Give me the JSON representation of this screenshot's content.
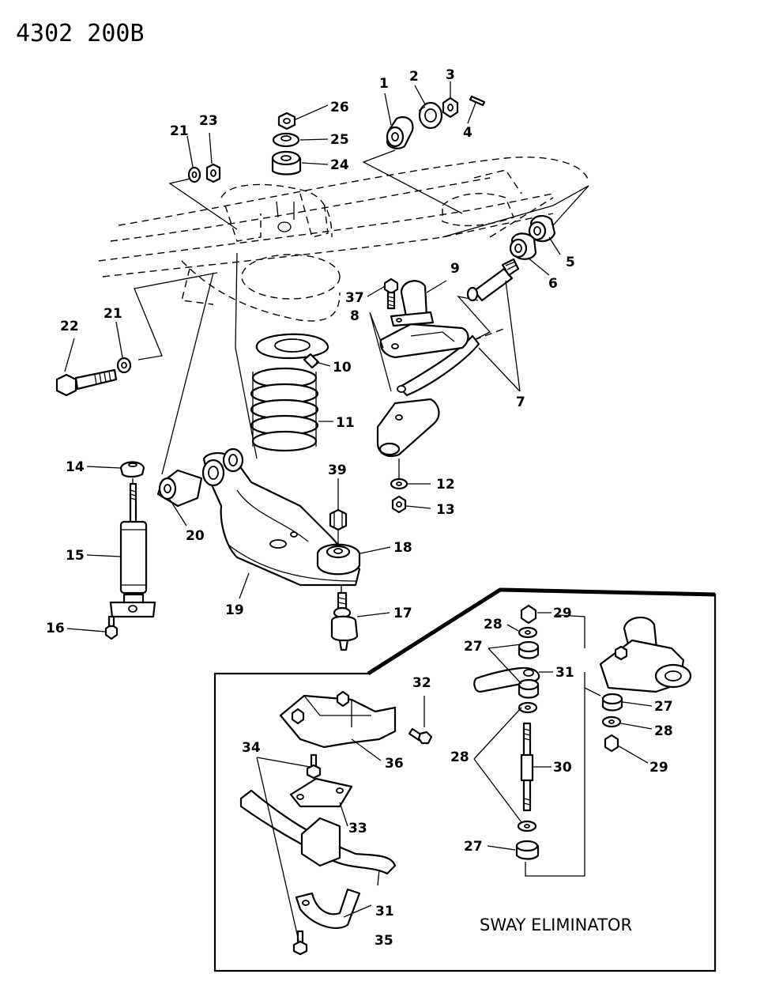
{
  "header": {
    "code": "4302  200B"
  },
  "inset": {
    "caption": "SWAY ELIMINATOR"
  },
  "callouts": {
    "c1": "1",
    "c2": "2",
    "c3": "3",
    "c4": "4",
    "c5": "5",
    "c6": "6",
    "c7": "7",
    "c8": "8",
    "c9": "9",
    "c10": "10",
    "c11": "11",
    "c12": "12",
    "c13": "13",
    "c14": "14",
    "c15": "15",
    "c16": "16",
    "c17": "17",
    "c18": "18",
    "c19": "19",
    "c20": "20",
    "c21a": "21",
    "c21b": "21",
    "c22": "22",
    "c23": "23",
    "c24": "24",
    "c25": "25",
    "c26": "26",
    "c37": "37",
    "c39": "39",
    "c27a": "27",
    "c27b": "27",
    "c27c": "27",
    "c28a": "28",
    "c28b": "28",
    "c28c": "28",
    "c29a": "29",
    "c29b": "29",
    "c30": "30",
    "c31a": "31",
    "c31b": "31",
    "c32": "32",
    "c33": "33",
    "c34": "34",
    "c35": "35",
    "c36": "36"
  }
}
